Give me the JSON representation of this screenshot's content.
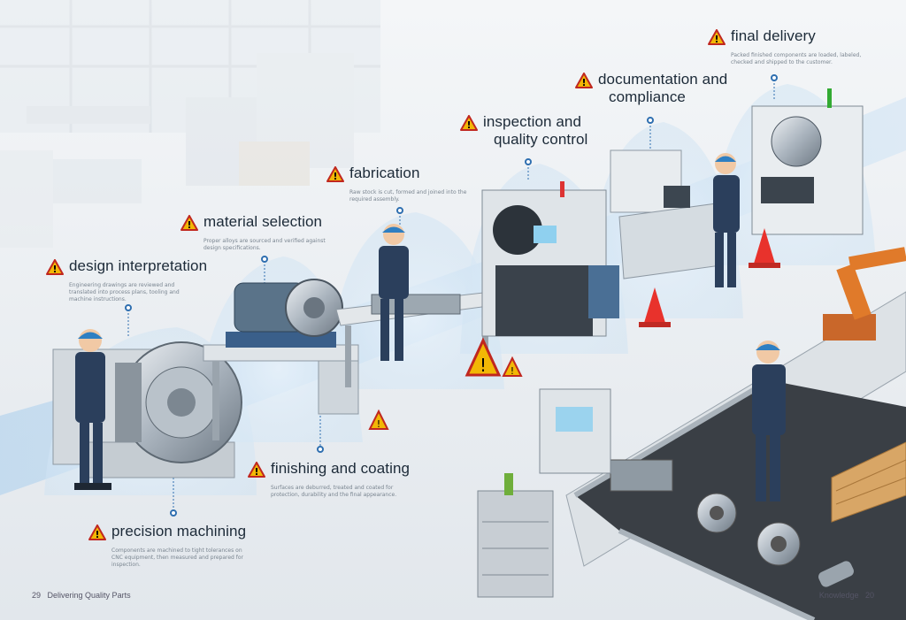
{
  "stages": [
    {
      "id": "final-delivery",
      "title_lines": [
        "final delivery"
      ],
      "desc": "Packed finished components are loaded, labeled, checked and shipped to the customer."
    },
    {
      "id": "documentation-compliance",
      "title_lines": [
        "documentation and",
        "compliance"
      ],
      "desc": ""
    },
    {
      "id": "inspection-quality",
      "title_lines": [
        "inspection and",
        "quality control"
      ],
      "desc": ""
    },
    {
      "id": "fabrication",
      "title_lines": [
        "fabrication"
      ],
      "desc": "Raw stock is cut, formed and joined into the required assembly."
    },
    {
      "id": "material-selection",
      "title_lines": [
        "material selection"
      ],
      "desc": "Proper alloys are sourced and verified against design specifications."
    },
    {
      "id": "design-interpretation",
      "title_lines": [
        "design interpretation"
      ],
      "desc": "Engineering drawings are reviewed and translated into process plans, tooling and machine instructions."
    },
    {
      "id": "finishing-coating",
      "title_lines": [
        "finishing and coating"
      ],
      "desc": "Surfaces are deburred, treated and coated for protection, durability and the final appearance."
    },
    {
      "id": "precision-machining",
      "title_lines": [
        "precision machining"
      ],
      "desc": "Components are machined to tight tolerances on CNC equipment, then measured and prepared for inspection."
    }
  ],
  "footer": {
    "left_page": "29",
    "left_text": "Delivering Quality Parts",
    "right_text": "Knowledge",
    "right_page": "20"
  },
  "colors": {
    "accent": "#2f6fb0",
    "warning": "#f2b705",
    "cone": "#e8322c",
    "machine": "#c9d1d8",
    "robot": "#e07a2a"
  }
}
